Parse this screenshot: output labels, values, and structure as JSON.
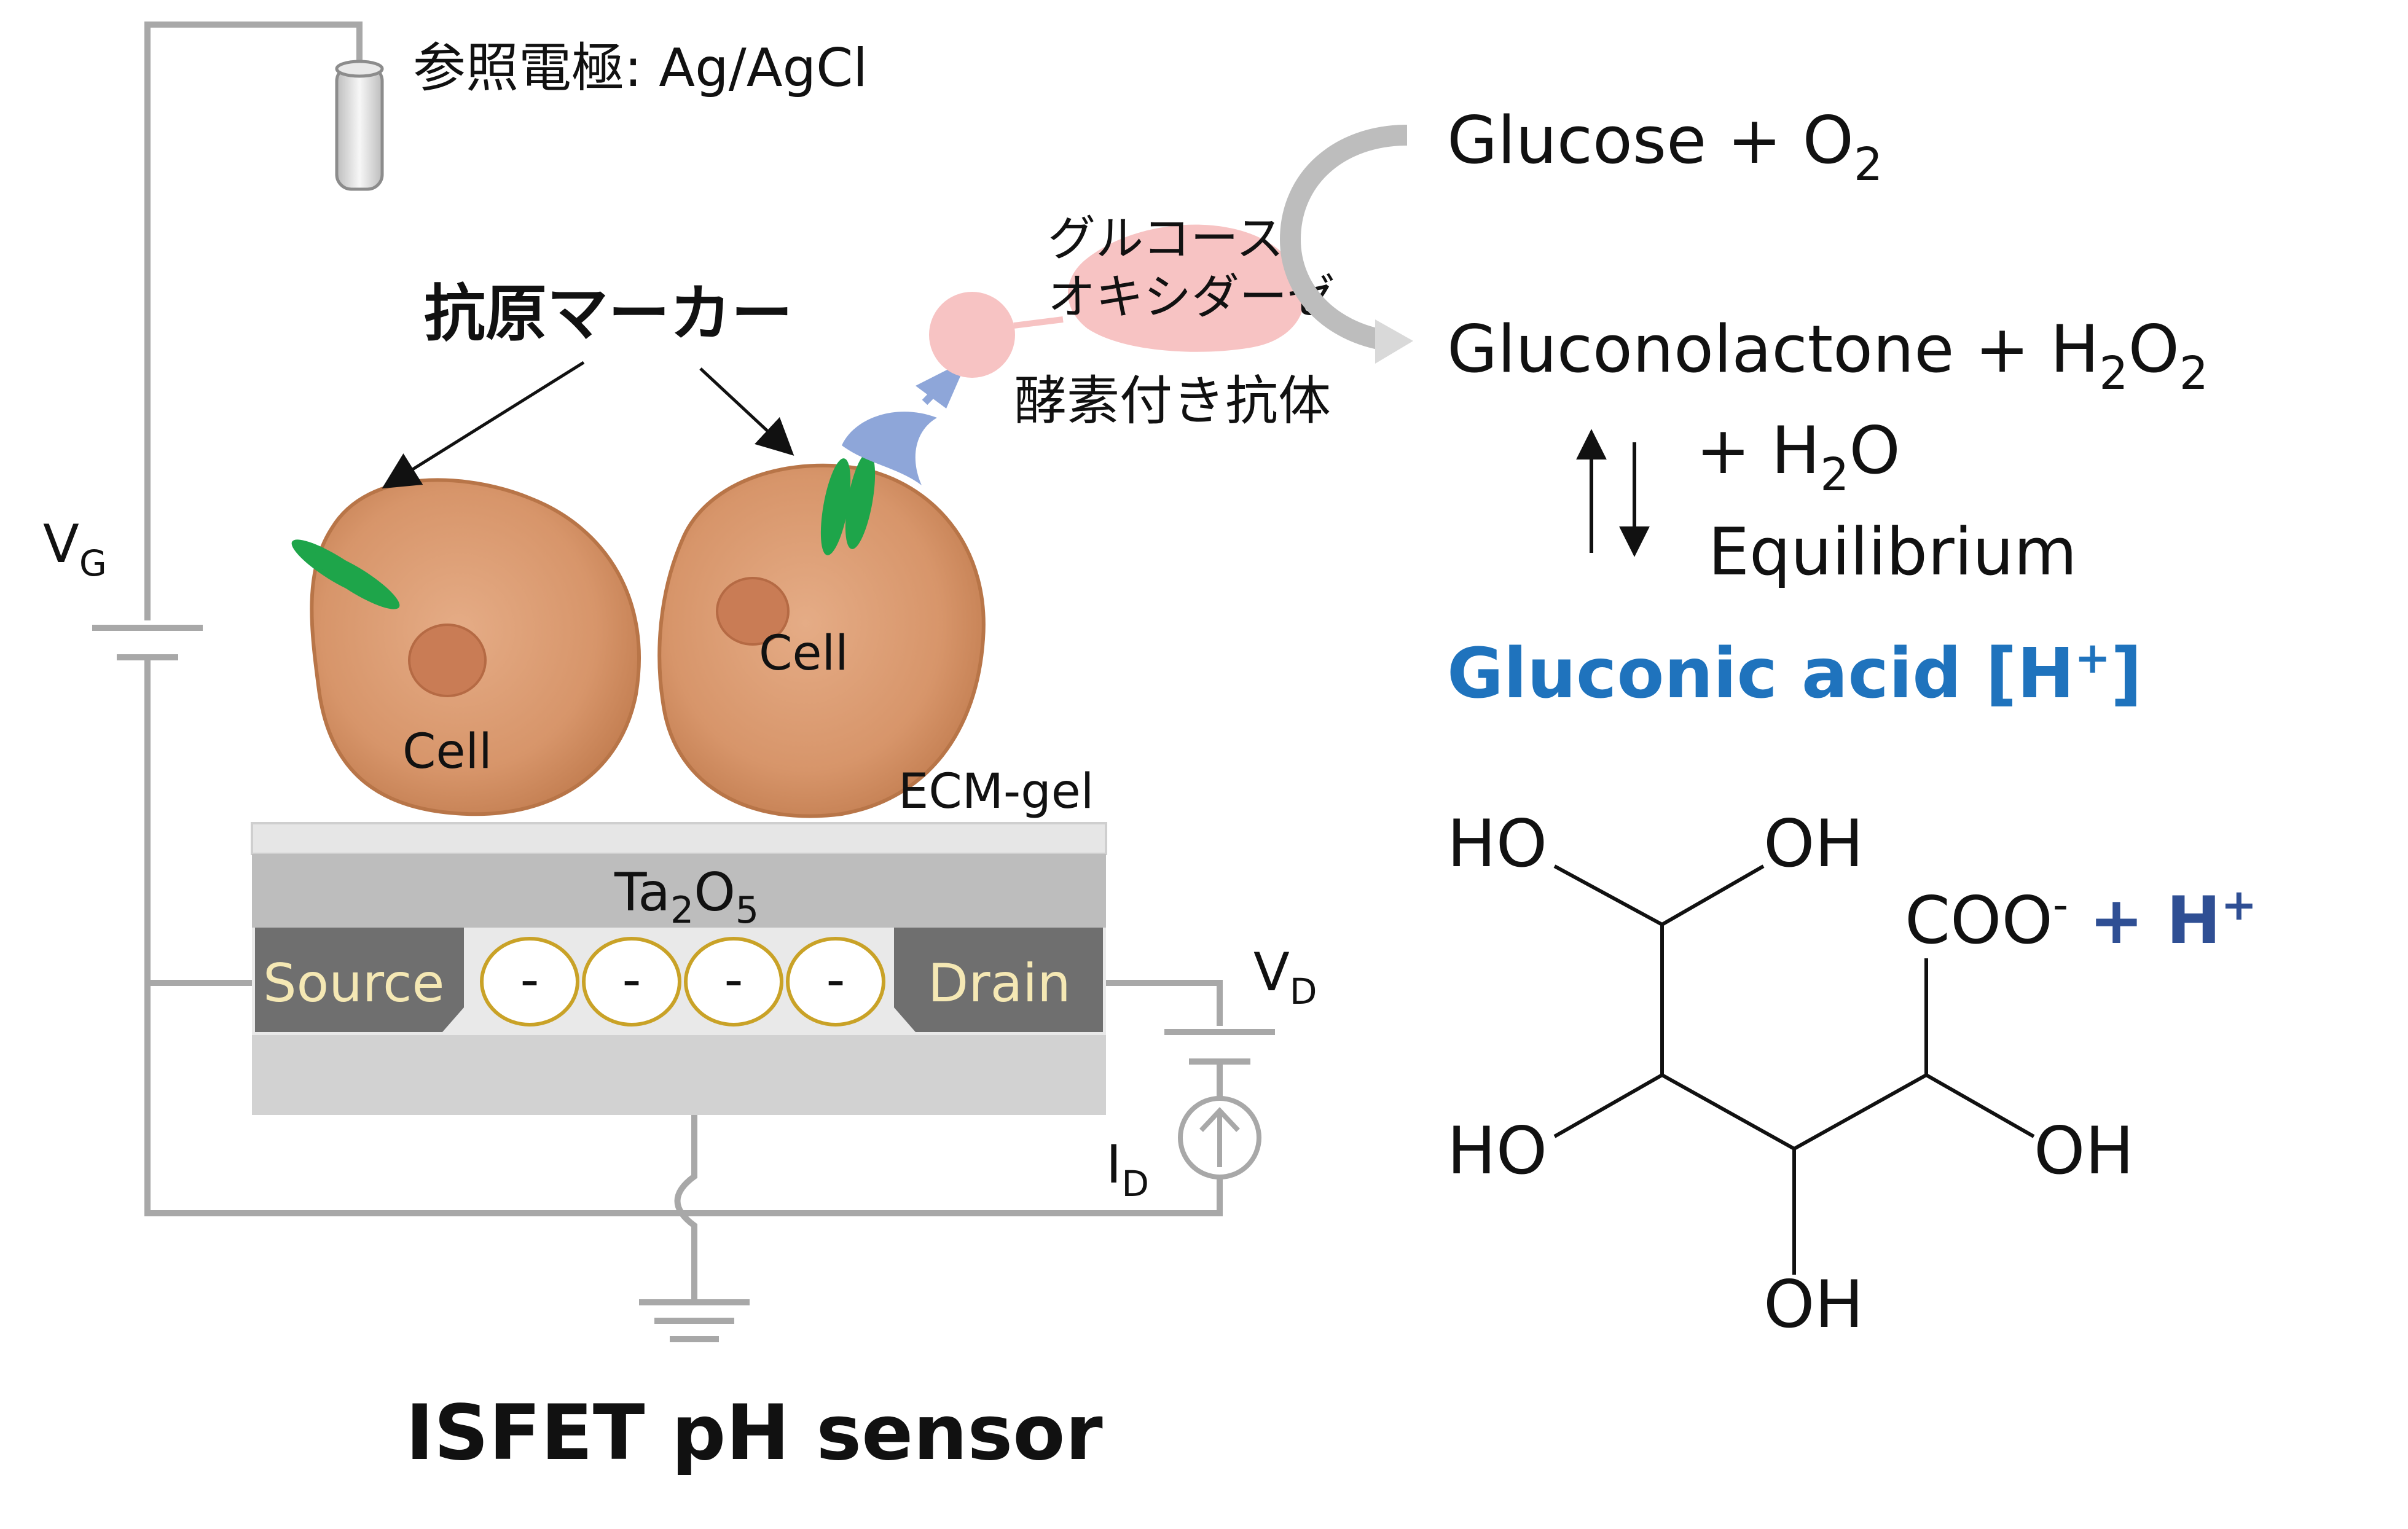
{
  "labels": {
    "reference_electrode": "参照電極: Ag/AgCl",
    "antigen_marker": "抗原マーカー",
    "enzyme_name_line1": "グルコース",
    "enzyme_name_line2": "オキシダーゼ",
    "enzyme_antibody": "酵素付き抗体",
    "vg": "V",
    "vg_sub": "G",
    "vd": "V",
    "vd_sub": "D",
    "id": "I",
    "id_sub": "D",
    "cell_left": "Cell",
    "cell_right": "Cell",
    "ecm_gel": "ECM-gel",
    "oxide_base": "Ta",
    "oxide_sub1": "2",
    "oxide_mid": "O",
    "oxide_sub2": "5",
    "source": "Source",
    "drain": "Drain",
    "channel_charges": [
      "-",
      "-",
      "-",
      "-"
    ],
    "sensor_title": "ISFET pH sensor"
  },
  "reaction": {
    "reactant": "Glucose + O",
    "reactant_sub": "2",
    "product_part1": "Gluconolactone + H",
    "product_sub1": "2",
    "product_part2": "O",
    "product_sub2": "2",
    "water_part1": "+ H",
    "water_sub": "2",
    "water_part2": "O",
    "equilibrium": "Equilibrium",
    "acid_label": "Gluconic acid [H",
    "acid_sup": "+",
    "acid_close": "]"
  },
  "molecule": {
    "ho_top_left": "HO",
    "oh_top_right": "OH",
    "carboxylate": "COO",
    "carboxylate_sup": "-",
    "proton": "+ H",
    "proton_sup": "+",
    "ho_bottom_left": "HO",
    "oh_bottom_right": "OH",
    "oh_bottom": "OH"
  },
  "colors": {
    "wire": "#a8a8a8",
    "cell_fill": "#d7956a",
    "cell_edge": "#b87548",
    "marker_green": "#1ea54a",
    "enzyme_pink": "#f7c3c3",
    "antibody_blue": "#8ea6d9",
    "electrode_dark": "#6f6f6f",
    "electrode_text": "#f5e8b4",
    "oxide_gray": "#bdbdbd",
    "charge_ring": "#c9a227",
    "acid_blue": "#1f73bd",
    "proton_navy": "#2f4f94"
  }
}
